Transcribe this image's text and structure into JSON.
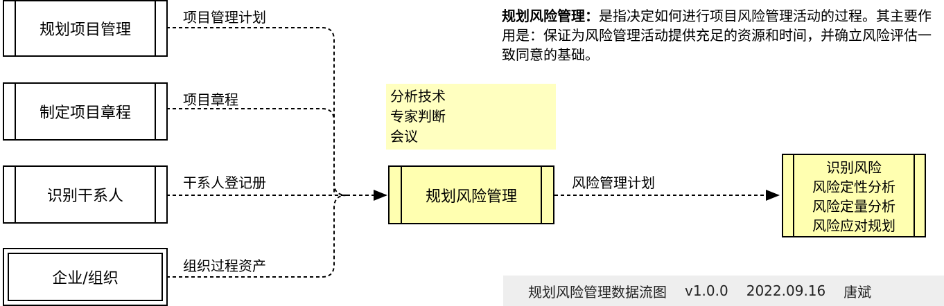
{
  "inputs": [
    {
      "process": "规划项目管理",
      "flow_label": "项目管理计划"
    },
    {
      "process": "制定项目章程",
      "flow_label": "项目章程"
    },
    {
      "process": "识别干系人",
      "flow_label": "干系人登记册"
    },
    {
      "entity": "企业/组织",
      "flow_label": "组织过程资产"
    }
  ],
  "tools": [
    "分析技术",
    "专家判断",
    "会议"
  ],
  "center_process": "规划风险管理",
  "output_flow_label": "风险管理计划",
  "output_items": [
    "识别风险",
    "风险定性分析",
    "风险定量分析",
    "风险应对规划"
  ],
  "description": {
    "term": "规划风险管理：",
    "text": "是指决定如何进行项目风险管理活动的过程。其主要作用是：保证为风险管理活动提供充足的资源和时间，并确立风险评估一致同意的基础。"
  },
  "footer": {
    "title": "规划风险管理数据流图",
    "version": "v1.0.0",
    "date": "2022.09.16",
    "author": "唐斌"
  }
}
